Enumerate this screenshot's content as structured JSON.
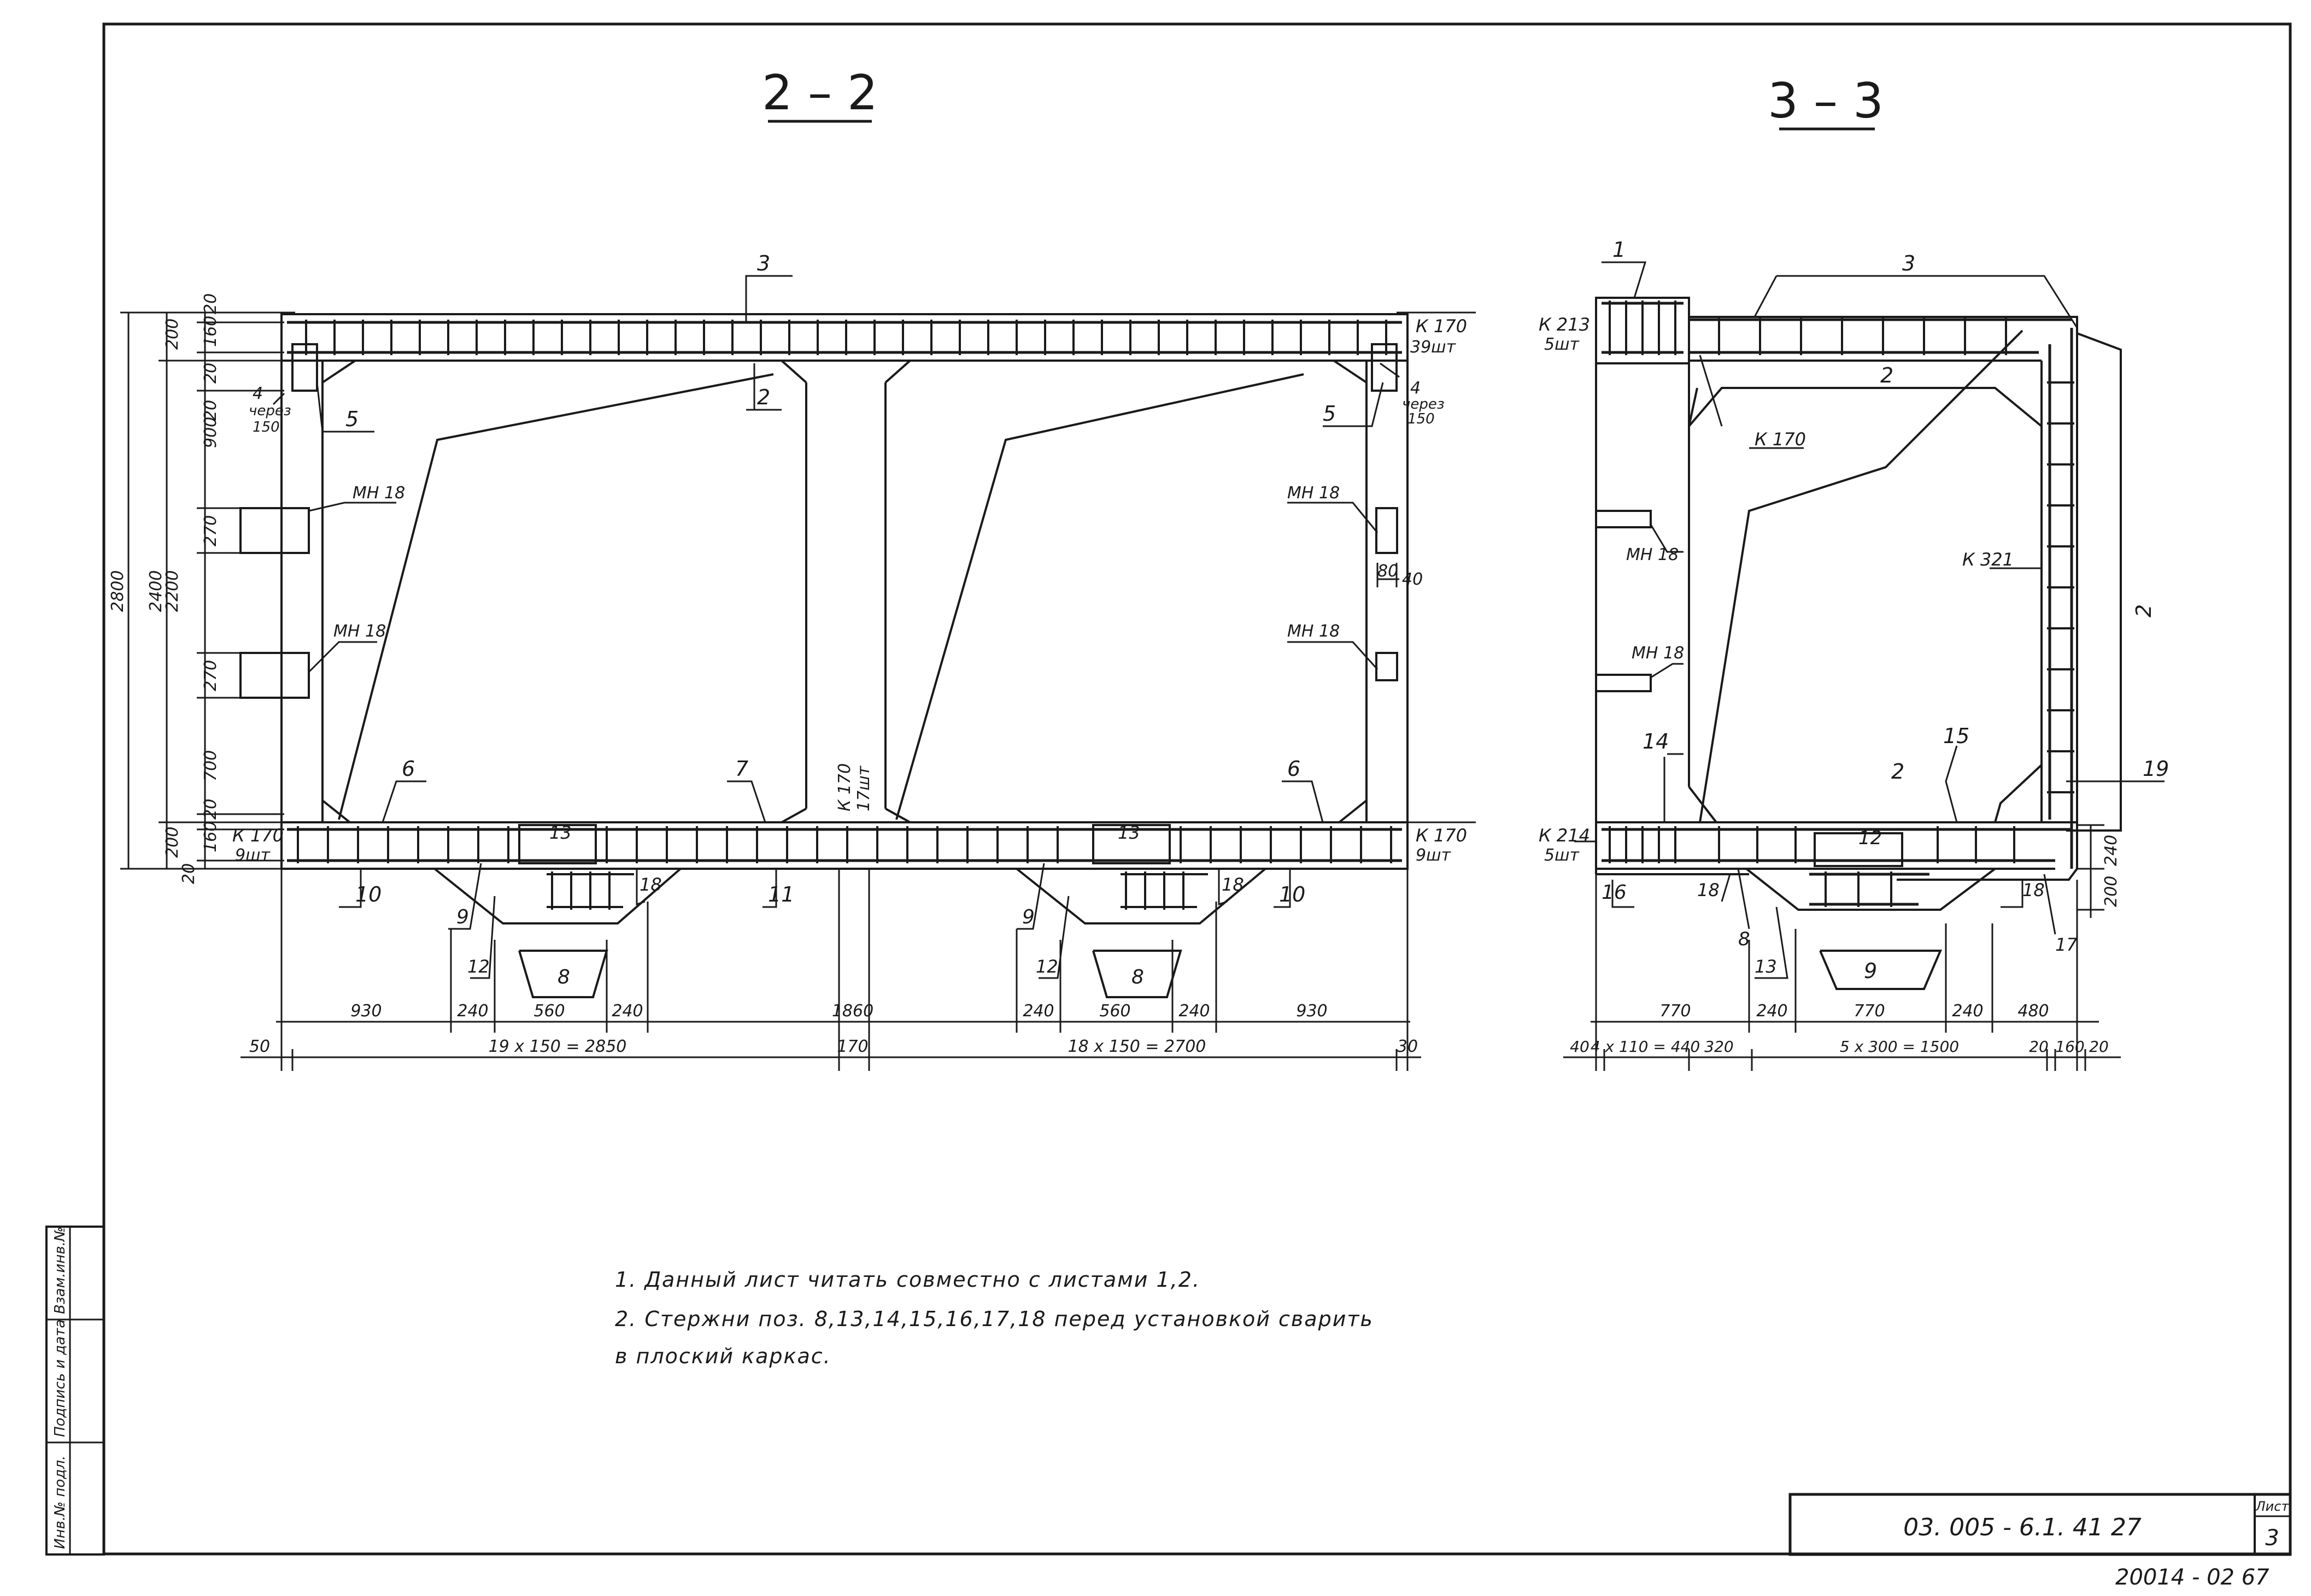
{
  "sections": {
    "left_title": "2 – 2",
    "right_title": "3 – 3"
  },
  "left": {
    "vert_dims": [
      "20",
      "160",
      "20",
      "200",
      "20",
      "900",
      "270",
      "2200",
      "270",
      "700",
      "20",
      "160",
      "20",
      "200",
      "2400",
      "2800"
    ],
    "labels": {
      "p3": "3",
      "p2": "2",
      "p4a": "4",
      "p4b": "4",
      "via1": "через",
      "via1n": "150",
      "via2": "через",
      "via2n": "150",
      "p5a": "5",
      "p5b": "5",
      "mn1": "МН 18",
      "mn2": "МН 18",
      "mn3": "МН 18",
      "mn4": "МН 18",
      "p6a": "6",
      "p6b": "6",
      "p7": "7",
      "k170mid": "К 170",
      "k170midn": "17шт",
      "k170tr": "К 170",
      "k170trn": "39шт",
      "k170bl": "К 170",
      "k170bln": "9шт",
      "k170br": "К 170",
      "k170brn": "9шт",
      "p13a": "13",
      "p13b": "13",
      "p10a": "10",
      "p10b": "10",
      "p11": "11",
      "p18a": "18",
      "p18b": "18",
      "p9a": "9",
      "p9b": "9",
      "p8a": "8",
      "p8b": "8",
      "p12a": "12",
      "p12b": "12",
      "d80": "80",
      "d40": "40"
    },
    "h_dims_row1": [
      "930",
      "240",
      "560",
      "240",
      "1860",
      "240",
      "560",
      "240",
      "930"
    ],
    "h_dims_row2": [
      "50",
      "19 x 150 = 2850",
      "170",
      "18 x 150 = 2700",
      "30"
    ]
  },
  "right": {
    "labels": {
      "p1": "1",
      "p3": "3",
      "k213": "К 213",
      "k213n": "5шт",
      "p2a": "2",
      "k170": "К 170",
      "mn1": "МН 18",
      "mn2": "МН 18",
      "k321": "К 321",
      "p2side": "2",
      "p14": "14",
      "p15": "15",
      "p2b": "2",
      "p12": "12",
      "p19": "19",
      "k214": "К 214",
      "k214n": "5шт",
      "p16": "16",
      "p18a": "18",
      "p18b": "18",
      "p8": "8",
      "p9": "9",
      "p13": "13",
      "p17": "17",
      "d240": "240",
      "d200": "200"
    },
    "h_dims_row1": [
      "770",
      "240",
      "770",
      "240",
      "480"
    ],
    "h_dims_row2": [
      "40",
      "4 x 110 = 440",
      "320",
      "5 x 300 = 1500",
      "20",
      "160",
      "20"
    ]
  },
  "notes": [
    "1.  Данный    лист      читать   совместно  с  листами     1,2.",
    "2.  Стержни    поз. 8,13,14,15,16,17,18   перед  установкой  сварить",
    "     в  плоский    каркас."
  ],
  "title_block": {
    "code": "03. 005 - 6.1. 41  27",
    "sheet_label": "Лист",
    "sheet_num": "3",
    "bottom_code": "20014 - 02   67"
  },
  "side_stamp": {
    "cells": [
      "Инв.№ подл.",
      "Подпись и дата",
      "Взам.инв.№"
    ]
  }
}
